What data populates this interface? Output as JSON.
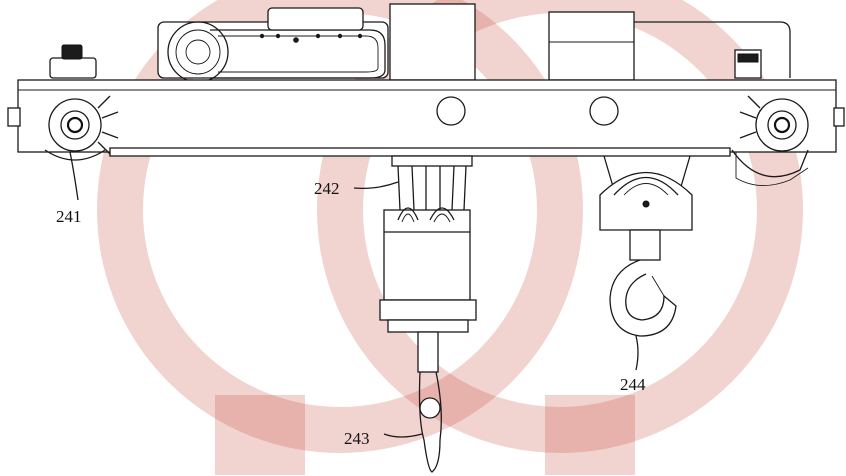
{
  "labels": {
    "l241": "241",
    "l242": "242",
    "l243": "243",
    "l244": "244"
  },
  "colors": {
    "watermark": "#c0392b",
    "line": "#1a1a1a",
    "background": "#ffffff"
  }
}
